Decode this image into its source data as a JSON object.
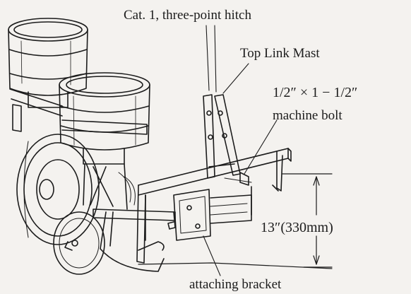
{
  "labels": {
    "hitch": "Cat. 1, three-point hitch",
    "top_link_mast": "Top Link Mast",
    "bolt_size": "1/2″ × 1 − 1/2″",
    "bolt_name": "machine bolt",
    "height_dimension": "13″(330mm)",
    "bracket": "attaching bracket"
  },
  "colors": {
    "ink": "#1c1c1c",
    "paper": "#f4f2ef"
  }
}
